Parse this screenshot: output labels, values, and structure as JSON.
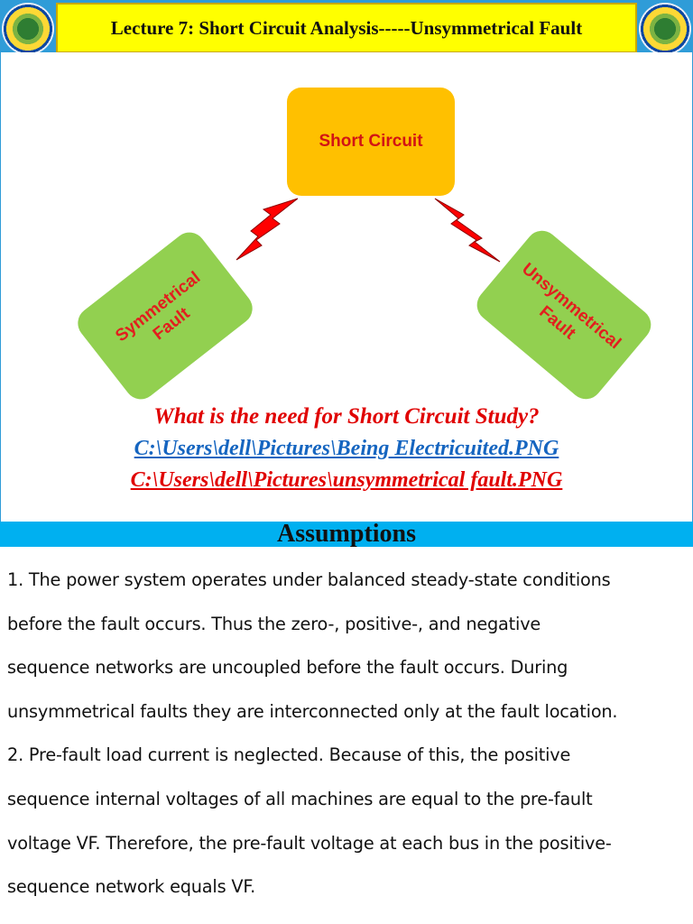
{
  "header": {
    "title": "Lecture 7: Short Circuit Analysis-----Unsymmetrical Fault",
    "logo_icon": "university-seal-icon"
  },
  "diagram": {
    "root": "Short Circuit",
    "left_lines": [
      "Symmetrical",
      "Fault"
    ],
    "right_lines": [
      "Unsymmetrical",
      "Fault"
    ],
    "connector_icon": "lightning-bolt-icon",
    "colors": {
      "root_fill": "#ffc000",
      "child_fill": "#92d050",
      "label": "#e21e1e",
      "bolt": "#ff0000"
    }
  },
  "question": "What is the need for Short Circuit Study?",
  "links": [
    "C:\\Users\\dell\\Pictures\\Being Electricuited.PNG",
    "C:\\Users\\dell\\Pictures\\unsymmetrical fault.PNG"
  ],
  "section_title": "Assumptions",
  "paragraphs": [
    {
      "lines": [
        "1. The power system operates under balanced steady-state conditions",
        "before the fault occurs. Thus the zero-, positive-, and negative",
        "sequence networks are uncoupled before the fault occurs. During",
        "unsymmetrical faults they are interconnected only at the fault location."
      ]
    },
    {
      "lines": [
        "2. Pre-fault load current is neglected. Because of this, the positive",
        "sequence internal voltages of all machines are equal to the pre-fault",
        "voltage VF. Therefore, the pre-fault voltage at each bus in the positive-",
        "sequence network equals VF."
      ]
    }
  ]
}
